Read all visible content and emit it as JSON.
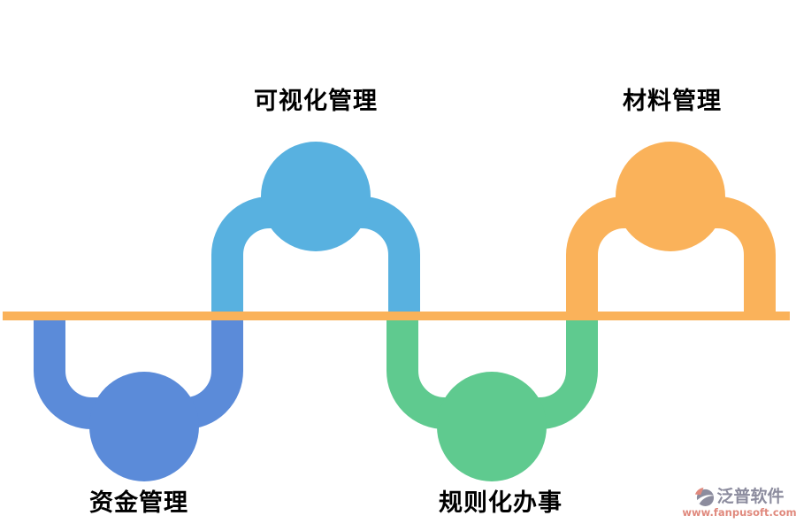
{
  "diagram": {
    "background": "#ffffff",
    "baseline": {
      "color": "#FAB25A"
    },
    "nodes": [
      {
        "id": "funds",
        "label": "资金管理",
        "color": "#5B8BD9",
        "side": "below"
      },
      {
        "id": "visualization",
        "label": "可视化管理",
        "color": "#58B1E0",
        "side": "above"
      },
      {
        "id": "rules",
        "label": "规则化办事",
        "color": "#5FCA8F",
        "side": "below"
      },
      {
        "id": "materials",
        "label": "材料管理",
        "color": "#FAB25A",
        "side": "above"
      }
    ]
  },
  "watermark": {
    "brand": "泛普软件",
    "url": "www.fanpusoft.com",
    "brand_color": "#8C8C9E",
    "url_color": "#E0897D",
    "icon": "fanpu-logo-icon"
  }
}
